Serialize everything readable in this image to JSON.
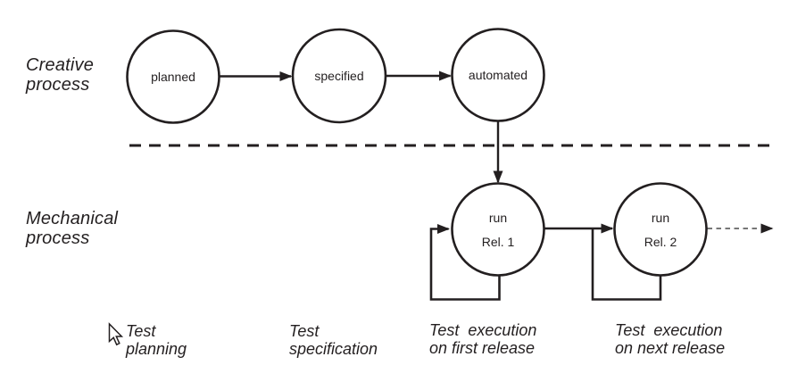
{
  "colors": {
    "ink": "#231f20",
    "future_arrow": "#4a4a4a",
    "background": "#ffffff"
  },
  "lanes": {
    "creative": "Creative\nprocess",
    "mechanical": "Mechanical\nprocess"
  },
  "nodes": {
    "planned": "planned",
    "specified": "specified",
    "automated": "automated",
    "run_rel1": "run\nRel. 1",
    "run_rel2": "run\nRel. 2"
  },
  "captions": {
    "planning": "Test\nplanning",
    "specification": "Test\nspecification",
    "execution_first": "Test  execution\non first release",
    "execution_next": "Test  execution\non next release"
  }
}
